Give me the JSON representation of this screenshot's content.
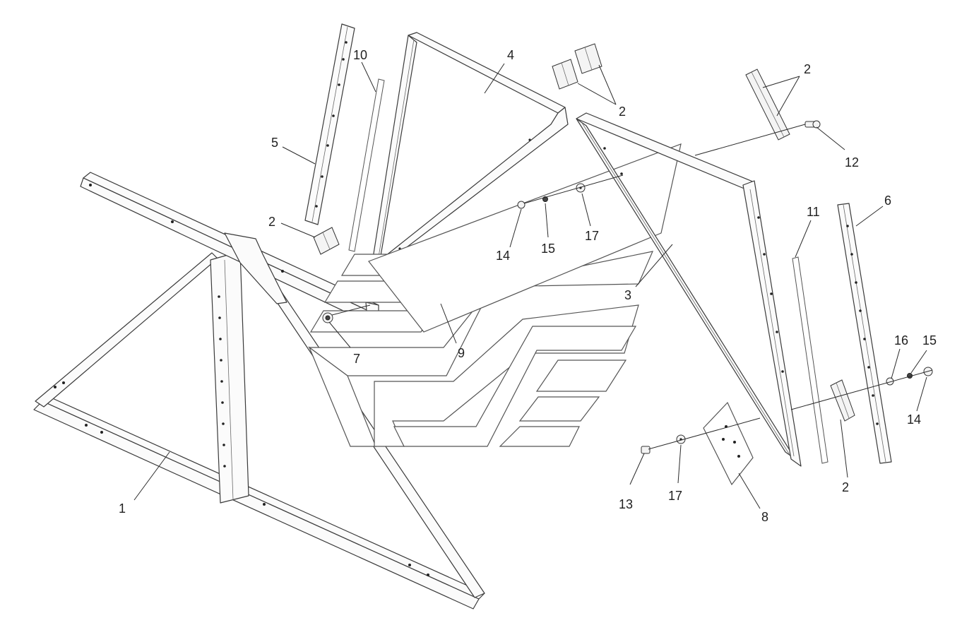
{
  "callouts": {
    "c1": "1",
    "c2a": "2",
    "c2b": "2",
    "c2c": "2",
    "c2d": "2",
    "c3": "3",
    "c4": "4",
    "c5": "5",
    "c6": "6",
    "c7": "7",
    "c8": "8",
    "c9": "9",
    "c10": "10",
    "c11": "11",
    "c12": "12",
    "c13": "13",
    "c14a": "14",
    "c14b": "14",
    "c15a": "15",
    "c15b": "15",
    "c16": "16",
    "c17a": "17",
    "c17b": "17"
  },
  "colors": {
    "line": "#3a3a3a",
    "fill": "#fbfbfb",
    "background": "#ffffff"
  }
}
